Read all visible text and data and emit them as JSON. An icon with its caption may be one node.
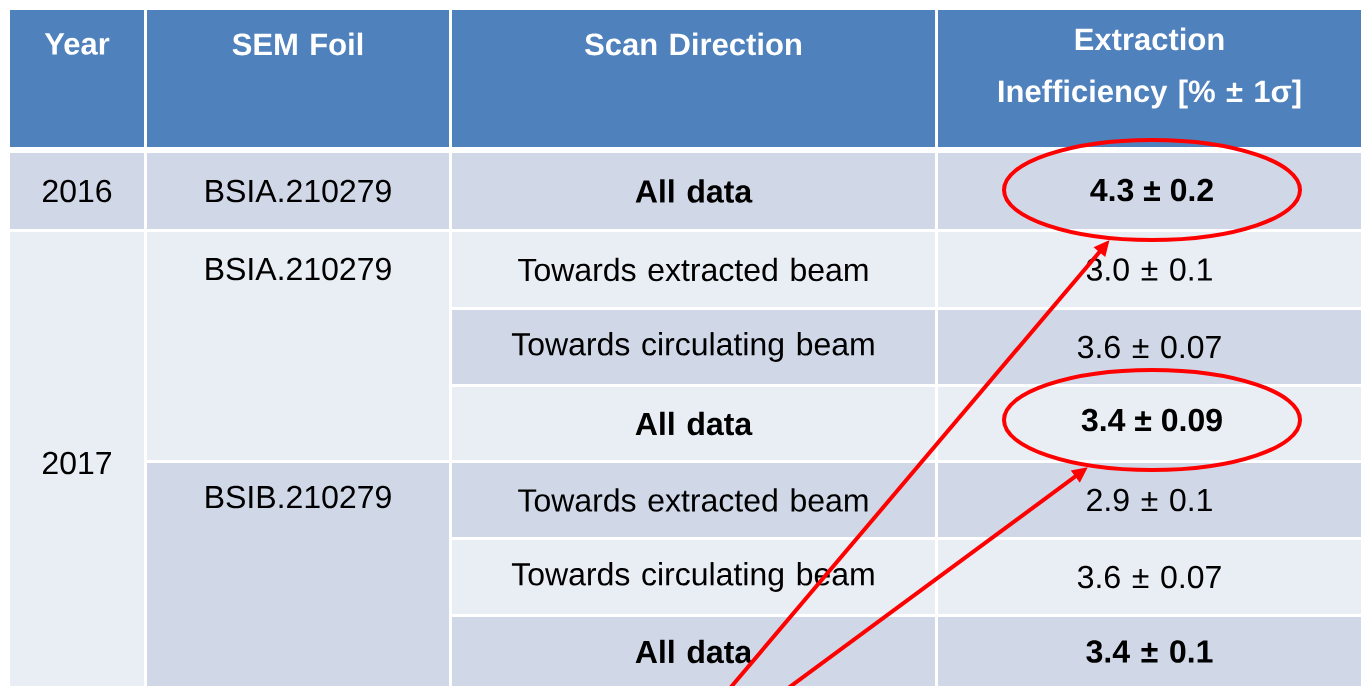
{
  "diagram": {
    "nodes": [
      {
        "text": [
          "4.3 ± 0.2"
        ]
      },
      {
        "text": [
          "3.4 ± 0.09"
        ]
      }
    ],
    "edges": [
      {
        "from": null,
        "to": 0,
        "arrow": "to"
      },
      {
        "from": null,
        "to": 1,
        "arrow": "to"
      }
    ],
    "labels": [
      "Year",
      "SEM Foil",
      "Scan Direction",
      "Extraction Inefficiency [% ± 1σ]",
      "2016",
      "BSIA.210279",
      "All data",
      "2017",
      "BSIA.210279",
      "Towards extracted beam",
      "3.0 ± 0.1",
      "Towards circulating beam",
      "3.6 ± 0.07",
      "All data",
      "BSIB.210279",
      "Towards extracted beam",
      "2.9 ± 0.1",
      "Towards circulating beam",
      "3.6 ± 0.07",
      "All data",
      "3.4 ± 0.1"
    ]
  }
}
